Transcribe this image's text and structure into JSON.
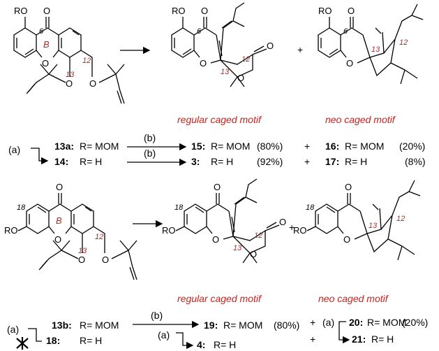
{
  "colors": {
    "accent": "#d0201a",
    "ink": "#000000"
  },
  "atoms": {
    "RO": "RO",
    "O": "O",
    "pos6": "6",
    "pos12": "12",
    "pos13": "13",
    "pos18": "18",
    "ringB": "B"
  },
  "top": {
    "motif_regular": "regular caged motif",
    "motif_neo": "neo caged motif",
    "plus": "+",
    "cond_a": "(a)",
    "cond_b1": "(b)",
    "cond_b2": "(b)",
    "row1": {
      "sm_id": "13a:",
      "sm_r": "R= MOM",
      "p1_id": "15:",
      "p1_r": "R= MOM",
      "p1_yield": "(80%)",
      "p2_id": "16:",
      "p2_r": "R= MOM",
      "p2_yield": "(20%)"
    },
    "row2": {
      "sm_id": "14:",
      "sm_r": "R= H",
      "p1_id": "3:",
      "p1_r": "R= H",
      "p1_yield": "(92%)",
      "p2_id": "17:",
      "p2_r": "R= H",
      "p2_yield": "(8%)"
    }
  },
  "bottom": {
    "motif_regular": "regular caged motif",
    "motif_neo": "neo caged motif",
    "plus": "+",
    "cond_a1": "(a)",
    "cond_a2": "(a)",
    "cond_a3": "(a)",
    "cond_b": "(b)",
    "row1": {
      "sm_id": "13b:",
      "sm_r": "R= MOM",
      "p1_id": "19:",
      "p1_r": "R= MOM",
      "p1_yield": "(80%)",
      "p2_id": "20:",
      "p2_r": "R= MOM",
      "p2_yield": "(20%)"
    },
    "row2": {
      "sm_id": "18:",
      "sm_r": "R= H",
      "p1_id": "4:",
      "p1_r": "R= H",
      "p2_id": "21:",
      "p2_r": "R= H"
    }
  }
}
